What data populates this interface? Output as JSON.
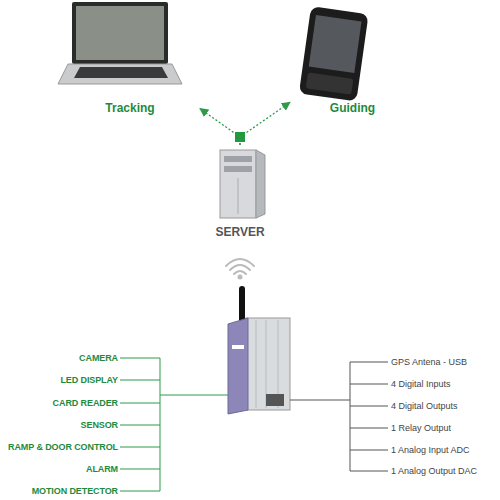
{
  "diagram": {
    "nodes": [
      {
        "text": [
          "Tracking"
        ]
      },
      {
        "text": [
          "Guiding"
        ]
      },
      {
        "text": [
          "SERVER"
        ]
      }
    ],
    "edges": [
      {
        "from": 2,
        "to": 0,
        "arrow": "to"
      },
      {
        "from": 2,
        "to": 1,
        "arrow": "to"
      }
    ],
    "labels": [
      "CAMERA",
      "LED DISPLAY",
      "CARD READER",
      "SENSOR",
      "RAMP & DOOR CONTROL",
      "ALARM",
      "MOTION DETECTOR",
      "GPS Antena - USB",
      "4 Digital Inputs",
      "4 Digital Outputs",
      "1 Relay Output",
      "1 Analog Input ADC",
      "1 Analog Output DAC"
    ]
  }
}
